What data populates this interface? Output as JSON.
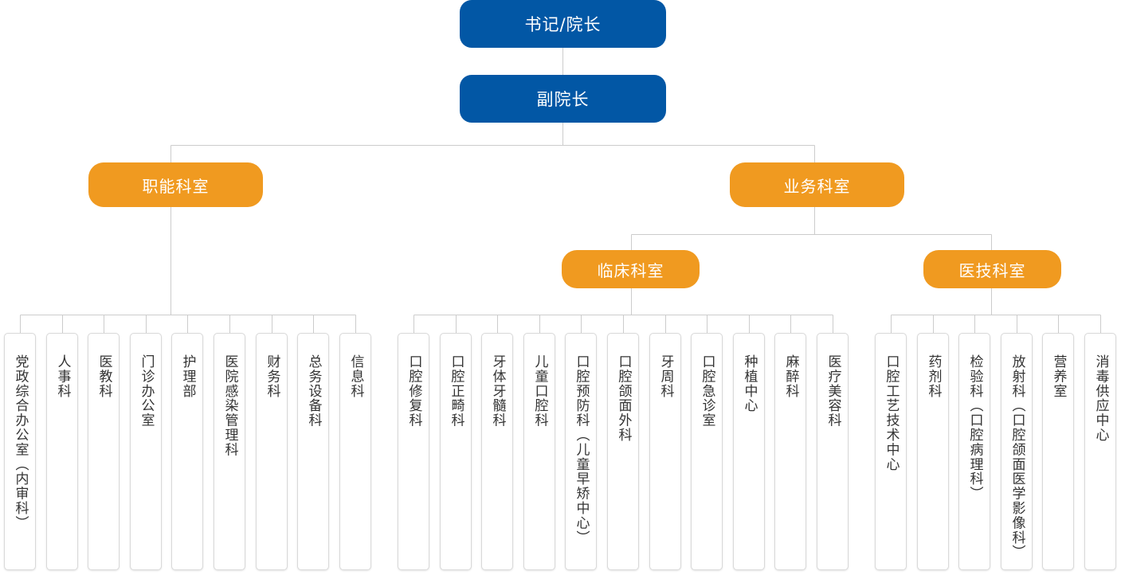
{
  "top": {
    "label": "书记/院长"
  },
  "deputy": {
    "label": "副院长"
  },
  "functional": {
    "label": "职能科室",
    "departments": [
      "党政综合办公室（内审科）",
      "人事科",
      "医教科",
      "门诊办公室",
      "护理部",
      "医院感染管理科",
      "财务科",
      "总务设备科",
      "信息科"
    ]
  },
  "business": {
    "label": "业务科室"
  },
  "clinical": {
    "label": "临床科室",
    "departments": [
      "口腔修复科",
      "口腔正畸科",
      "牙体牙髓科",
      "儿童口腔科",
      "口腔预防科（儿童早矫中心）",
      "口腔颌面外科",
      "牙周科",
      "口腔急诊室",
      "种植中心",
      "麻醉科",
      "医疗美容科"
    ]
  },
  "medtech": {
    "label": "医技科室",
    "departments": [
      "口腔工艺技术中心",
      "药剂科",
      "检验科（口腔病理科）",
      "放射科（口腔颌面医学影像科）",
      "营养室",
      "消毒供应中心"
    ]
  },
  "colors": {
    "primary": "#0257a5",
    "accent": "#f09a20",
    "line": "#cccccc",
    "leaf_text": "#333333"
  }
}
